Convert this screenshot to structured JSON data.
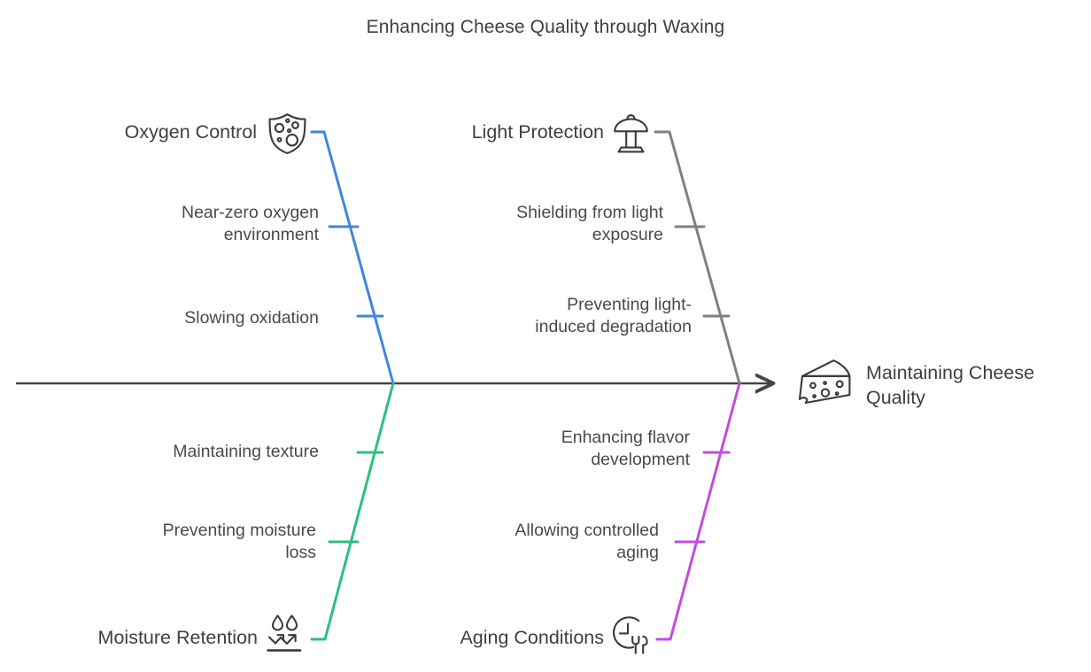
{
  "title": "Enhancing Cheese Quality through Waxing",
  "effect": {
    "label": "Maintaining Cheese Quality",
    "icon": "cheese-wedge-icon"
  },
  "colors": {
    "spine": "#444444",
    "text": "#3f3f3f",
    "oxygen_control": "#4285e0",
    "light_protection": "#808080",
    "moisture_retention": "#29c17f",
    "aging_conditions": "#c24ce0",
    "background": "#ffffff"
  },
  "chart_data": {
    "type": "fishbone",
    "title": "Enhancing Cheese Quality through Waxing",
    "effect": "Maintaining Cheese Quality",
    "categories": [
      {
        "name": "Oxygen Control",
        "position": "top-left",
        "color": "#4285e0",
        "icon": "shield-holes-icon",
        "causes": [
          "Near-zero oxygen environment",
          "Slowing oxidation"
        ]
      },
      {
        "name": "Light Protection",
        "position": "top-right",
        "color": "#808080",
        "icon": "table-lamp-icon",
        "causes": [
          "Shielding from light exposure",
          "Preventing light-induced degradation"
        ]
      },
      {
        "name": "Moisture Retention",
        "position": "bottom-left",
        "color": "#29c17f",
        "icon": "water-repellent-icon",
        "causes": [
          "Maintaining texture",
          "Preventing moisture loss"
        ]
      },
      {
        "name": "Aging Conditions",
        "position": "bottom-right",
        "color": "#c24ce0",
        "icon": "clock-cutlery-icon",
        "causes": [
          "Enhancing flavor development",
          "Allowing controlled aging"
        ]
      }
    ]
  },
  "labels": {
    "oxygen_control": "Oxygen Control",
    "near_zero_oxygen": "Near-zero oxygen\nenvironment",
    "slowing_oxidation": "Slowing oxidation",
    "light_protection": "Light Protection",
    "shielding_from_light": "Shielding from light\nexposure",
    "preventing_light_degradation": "Preventing light-\ninduced degradation",
    "maintaining_texture": "Maintaining texture",
    "preventing_moisture_loss": "Preventing moisture\nloss",
    "moisture_retention": "Moisture Retention",
    "enhancing_flavor": "Enhancing flavor\ndevelopment",
    "allowing_aging": "Allowing controlled\naging",
    "aging_conditions": "Aging Conditions",
    "effect": "Maintaining Cheese\nQuality"
  }
}
